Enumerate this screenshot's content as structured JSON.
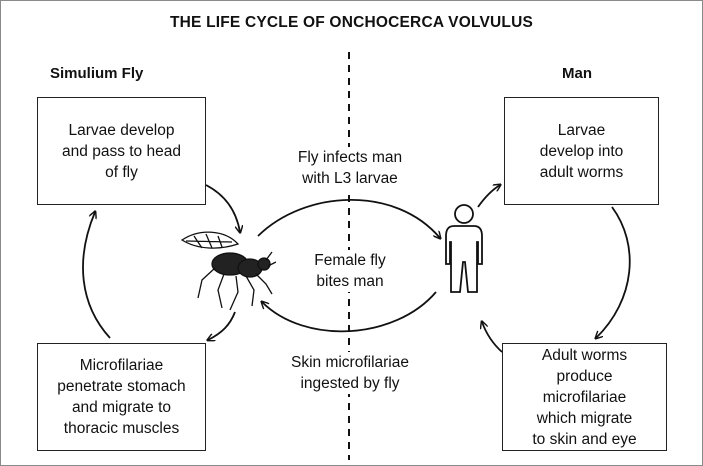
{
  "title": "THE LIFE CYCLE OF ONCHOCERCA VOLVULUS",
  "headings": {
    "left": "Simulium Fly",
    "right": "Man"
  },
  "boxes": {
    "top_left": "Larvae develop\nand pass to head\nof fly",
    "top_right": "Larvae\ndevelop into\nadult worms",
    "bottom_left": "Microfilariae\npenetrate stomach\nand migrate to\nthoracic muscles",
    "bottom_right": "Adult worms\nproduce microfilariae\nwhich migrate\nto skin and eye"
  },
  "transitions": {
    "fly_to_man": "Fly infects man\nwith L3 larvae",
    "bite": "Female fly\nbites man",
    "man_to_fly": "Skin microfilariae\ningested by fly"
  },
  "icons": {
    "fly": "fly-icon",
    "man": "human-figure-icon"
  }
}
